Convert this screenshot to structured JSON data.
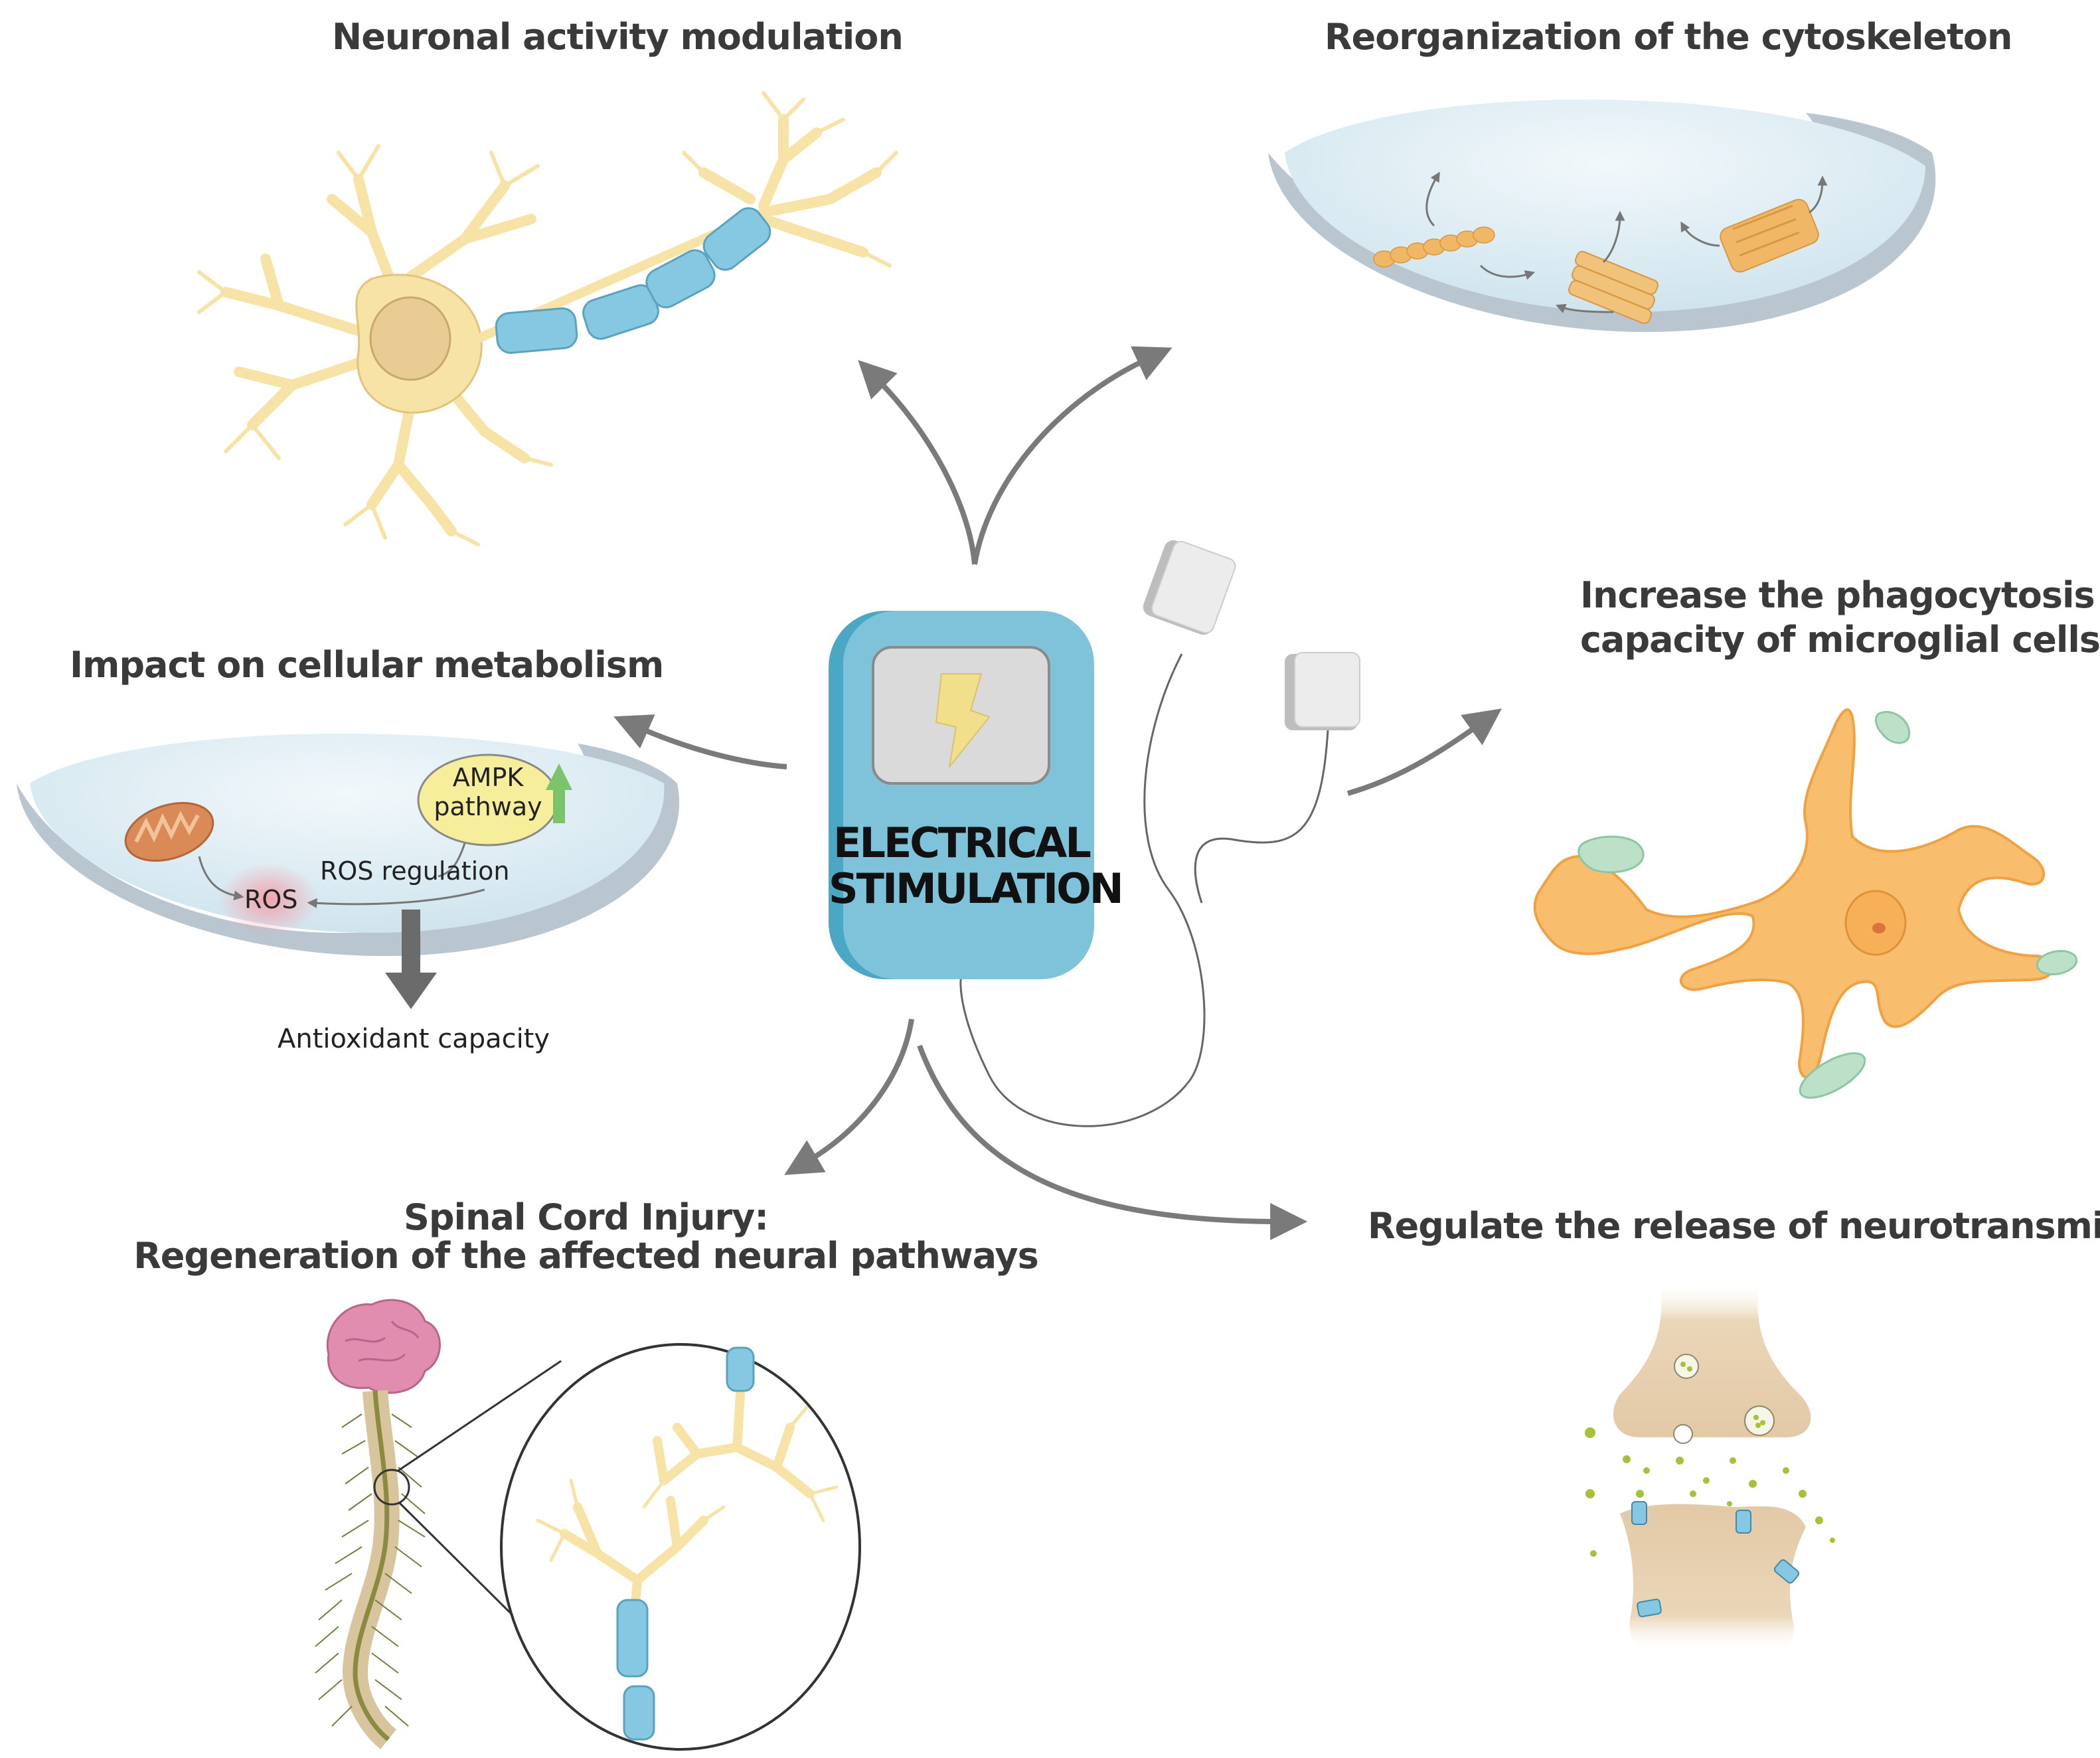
{
  "center": {
    "line1": "ELECTRICAL",
    "line2": "STIMULATION",
    "icon": "lightning-bolt-icon"
  },
  "effects": {
    "neuronal_activity": "Neuronal activity modulation",
    "cytoskeleton": "Reorganization of the cytoskeleton",
    "metabolism": "Impact on cellular metabolism",
    "phagocytosis_line1": "Increase the phagocytosis",
    "phagocytosis_line2": "capacity of microglial cells",
    "spinal_line1": "Spinal Cord Injury:",
    "spinal_line2": "Regeneration of the affected neural pathways",
    "neurotransmitters": "Regulate the release of neurotransmitters"
  },
  "metabolism_detail": {
    "ampk_line1": "AMPK",
    "ampk_line2": "pathway",
    "ros": "ROS",
    "ros_regulation": "ROS regulation",
    "antioxidant": "Antioxidant capacity"
  },
  "colors": {
    "device_blue": "#7ec3d9",
    "device_dark": "#4aa8c4",
    "neuron_yellow": "#f7e3a6",
    "myelin_blue": "#86c8e1",
    "arrow_gray": "#7a7a7a",
    "microglia_orange": "#f8be6e",
    "dish_blue": "#d4e8f1",
    "ampk_yellow": "#f7ee9c",
    "up_arrow_green": "#7cc46a"
  }
}
